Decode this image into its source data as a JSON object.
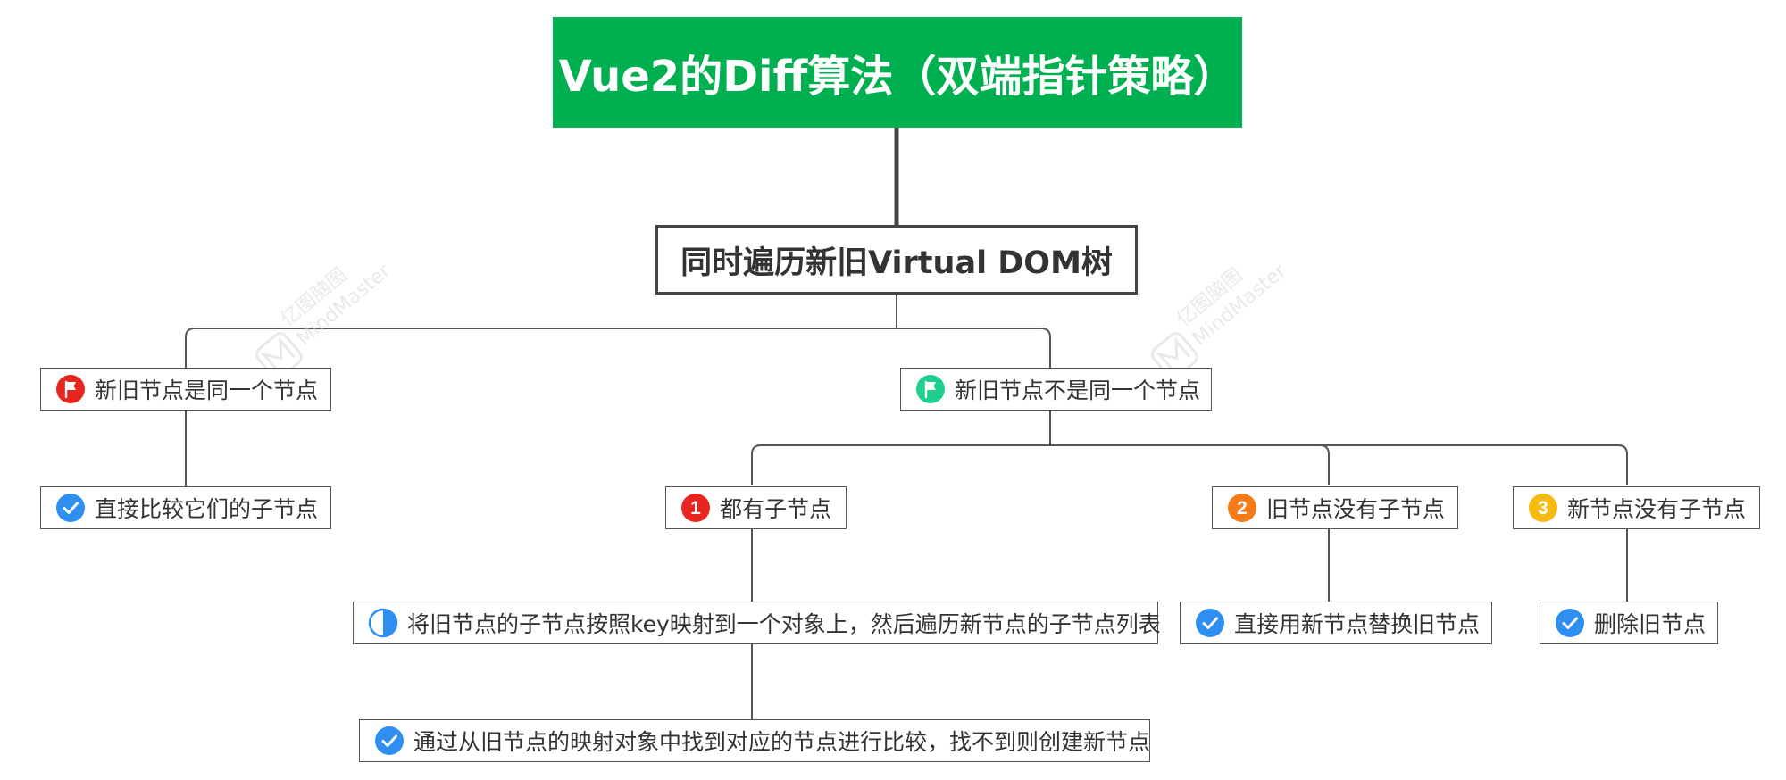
{
  "root": {
    "title": "Vue2的Diff算法（双端指针策略）",
    "color": "#00b050"
  },
  "main": {
    "title": "同时遍历新旧Virtual DOM树"
  },
  "branches": {
    "same": {
      "label": "新旧节点是同一个节点",
      "icon": "red-flag-icon"
    },
    "same_child": {
      "label": "直接比较它们的子节点",
      "icon": "blue-check-icon"
    },
    "different": {
      "label": "新旧节点不是同一个节点",
      "icon": "green-flag-icon"
    },
    "case1": {
      "label": "都有子节点",
      "icon": "red-number-1-icon",
      "badge": "1"
    },
    "case1_step1": {
      "label": "将旧节点的子节点按照key映射到一个对象上，然后遍历新节点的子节点列表",
      "icon": "half-circle-icon"
    },
    "case1_step2": {
      "label": "通过从旧节点的映射对象中找到对应的节点进行比较，找不到则创建新节点",
      "icon": "blue-check-icon"
    },
    "case2": {
      "label": "旧节点没有子节点",
      "icon": "orange-number-2-icon",
      "badge": "2"
    },
    "case2_child": {
      "label": "直接用新节点替换旧节点",
      "icon": "blue-check-icon"
    },
    "case3": {
      "label": "新节点没有子节点",
      "icon": "yellow-number-3-icon",
      "badge": "3"
    },
    "case3_child": {
      "label": "删除旧节点",
      "icon": "blue-check-icon"
    }
  },
  "watermarks": [
    {
      "text1": "亿图脑图",
      "text2": "MindMaster"
    },
    {
      "text1": "亿图脑图",
      "text2": "MindMaster"
    }
  ]
}
